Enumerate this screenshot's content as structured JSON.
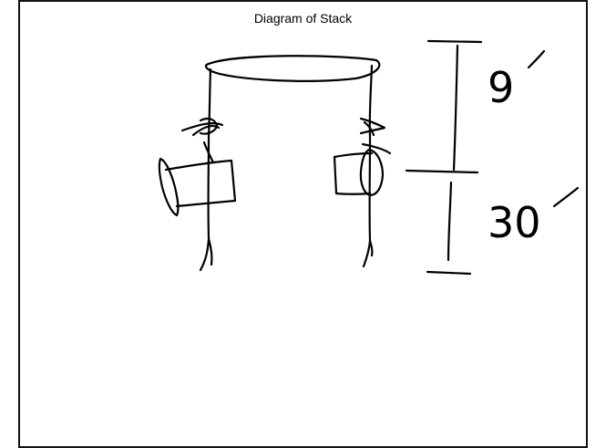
{
  "diagram": {
    "title": "Diagram of Stack",
    "top_height_label": "9",
    "bottom_height_label": "30"
  }
}
